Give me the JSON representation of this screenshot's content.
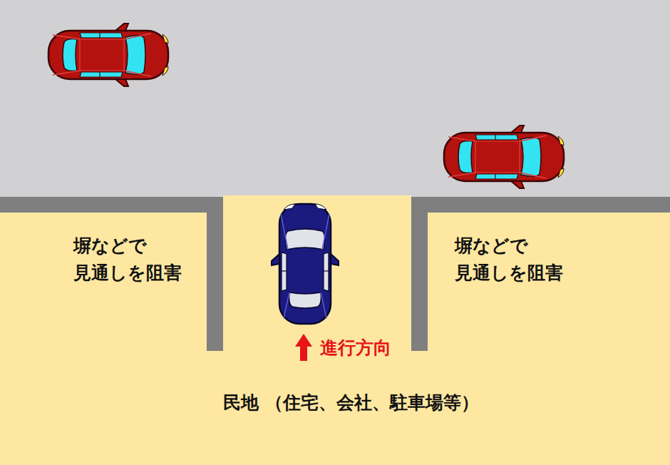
{
  "diagram": {
    "labels": [
      "塀などで 見通しを阻害",
      "塀などで 見通しを阻害",
      "進行方向",
      "民地 （住宅、会社、駐車場等）"
    ]
  }
}
